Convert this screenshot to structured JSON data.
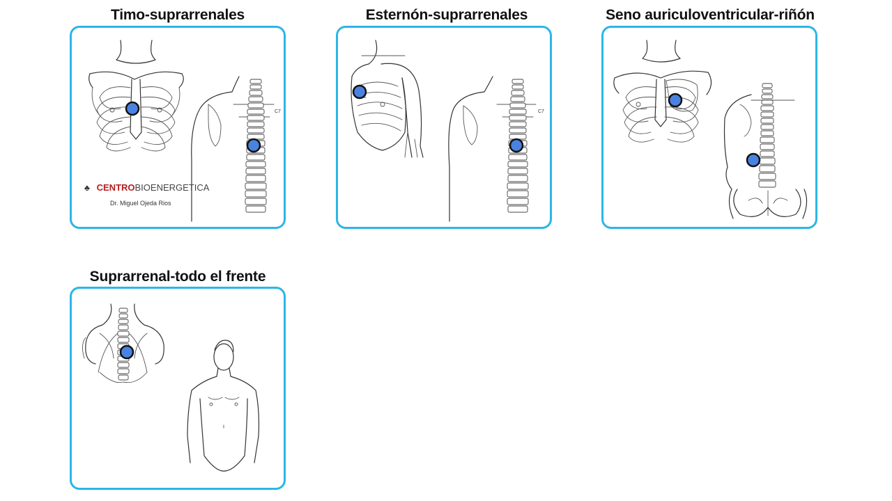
{
  "panels": [
    {
      "title": "Timo-suprarrenales"
    },
    {
      "title": "Esternón-suprarrenales"
    },
    {
      "title": "Seno auriculoventricular-riñón"
    },
    {
      "title": "Suprarrenal-todo el frente"
    }
  ],
  "logo": {
    "brand_bold": "CENTRO",
    "brand_light": "BIOENERGETICA",
    "author": "Dr. Miguel Ojeda Rios"
  },
  "vertebra_label": "C7",
  "colors": {
    "frame": "#2bb6e8",
    "point_fill": "#4a82e0",
    "point_stroke": "#111111",
    "brand_red": "#b51d1d"
  },
  "icons": [
    "point-marker",
    "logo-tree-icon"
  ]
}
